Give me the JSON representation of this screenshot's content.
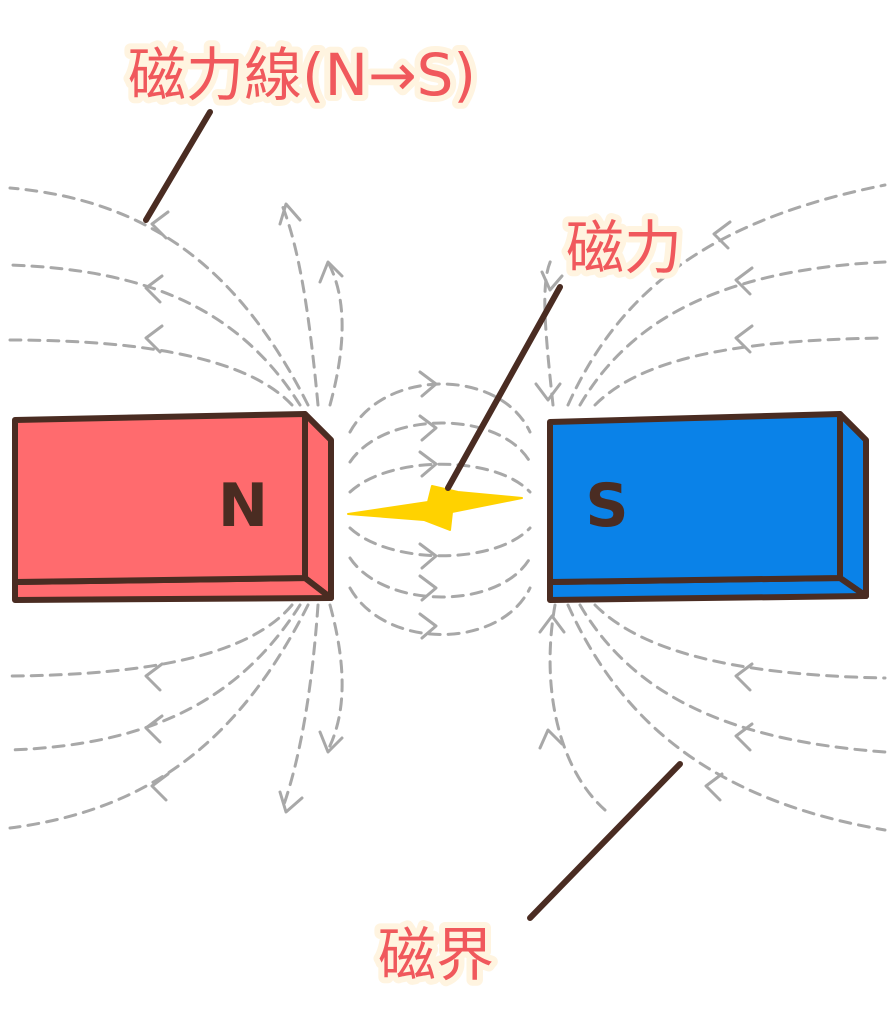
{
  "labels": {
    "field_lines": "磁力線(N→S)",
    "force": "磁力",
    "field": "磁界"
  },
  "magnets": {
    "north": {
      "letter": "N"
    },
    "south": {
      "letter": "S"
    }
  },
  "colors": {
    "north_fill": "#ff6b6e",
    "north_shade": "#e85a5d",
    "south_fill": "#0a82e8",
    "south_shade": "#0a6fc7",
    "outline": "#4a2c22",
    "label_text": "#f0585c",
    "label_glow": "#fff4e0",
    "field_line": "#a8a8a8",
    "spark": "#ffd200"
  },
  "icons": {
    "spark": "lightning-bolt-icon"
  }
}
